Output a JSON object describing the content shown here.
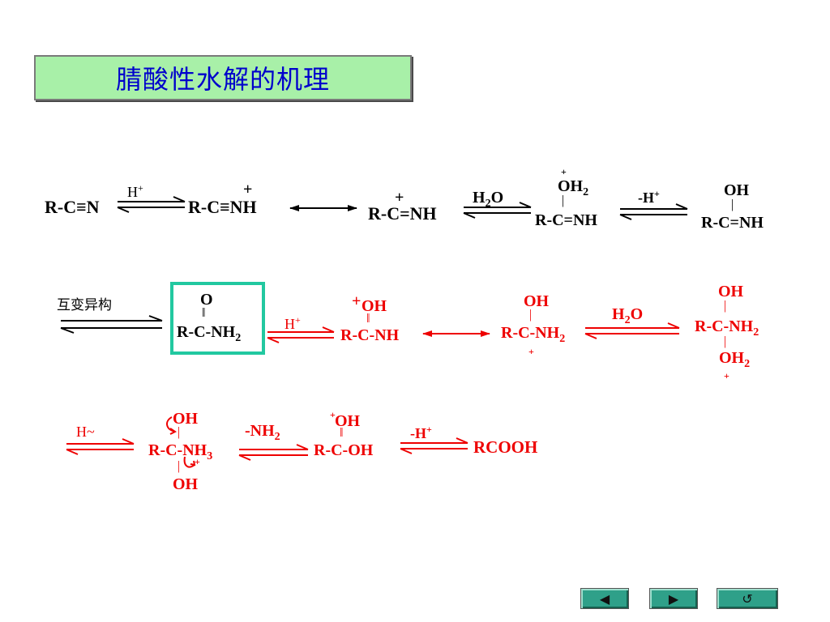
{
  "title": "腈酸性水解的机理",
  "row1": {
    "rcn": "R-C≡N",
    "hplus": "H",
    "rcnh_plus": "R-C≡NH",
    "plus_a": "+",
    "imin_cation": "R-C=NH",
    "plus_b": "+",
    "h2o_h": "H",
    "h2o_2": "2",
    "h2o_o": "O",
    "oh2_o": "OH",
    "oh2_sub": "2",
    "oh2_plus": "+",
    "bar_a": "|",
    "rcnh_a": "R-C=NH",
    "minus_h": "-H",
    "sup_plus": "+",
    "oh_top": "OH",
    "bar_b": "|",
    "rcnh_b": "R-C=NH"
  },
  "row2": {
    "tautomer": "互变异构",
    "amide_o": "O",
    "dbl": "‖",
    "amide": "R-C-NH",
    "amide_sub": "2",
    "hplus": "H",
    "sup_plus": "+",
    "plus_c": "+",
    "oh_c": "OH",
    "rcnh_c": "R-C-NH",
    "oh_d": "OH",
    "bar_d": "|",
    "rcnh2_d": "R-C-NH",
    "sub2": "2",
    "plus_d": "+",
    "h2o_h": "H",
    "h2o_2": "2",
    "h2o_o": "O",
    "oh_e": "OH",
    "bar_e": "|",
    "rcnh2_e": "R-C-NH",
    "bar_e2": "|",
    "oh2_e": "OH",
    "plus_e": "+"
  },
  "row3": {
    "hshift": "H~",
    "oh_f": "OH",
    "bar_f": "|",
    "rcnh3_f": "R-C-NH",
    "sub3": "3",
    "plus_f": "+",
    "bar_f2": "|",
    "oh_f2": "OH",
    "minus_nh": "-NH",
    "plus_g": "+",
    "oh_g": "OH",
    "dbl": "‖",
    "rcoh": "R-C-OH",
    "minus_h": "-H",
    "sup_plus": "+",
    "rcooh": "RCOOH"
  },
  "nav": {
    "prev": "◀",
    "next": "▶",
    "ret": "↺"
  }
}
